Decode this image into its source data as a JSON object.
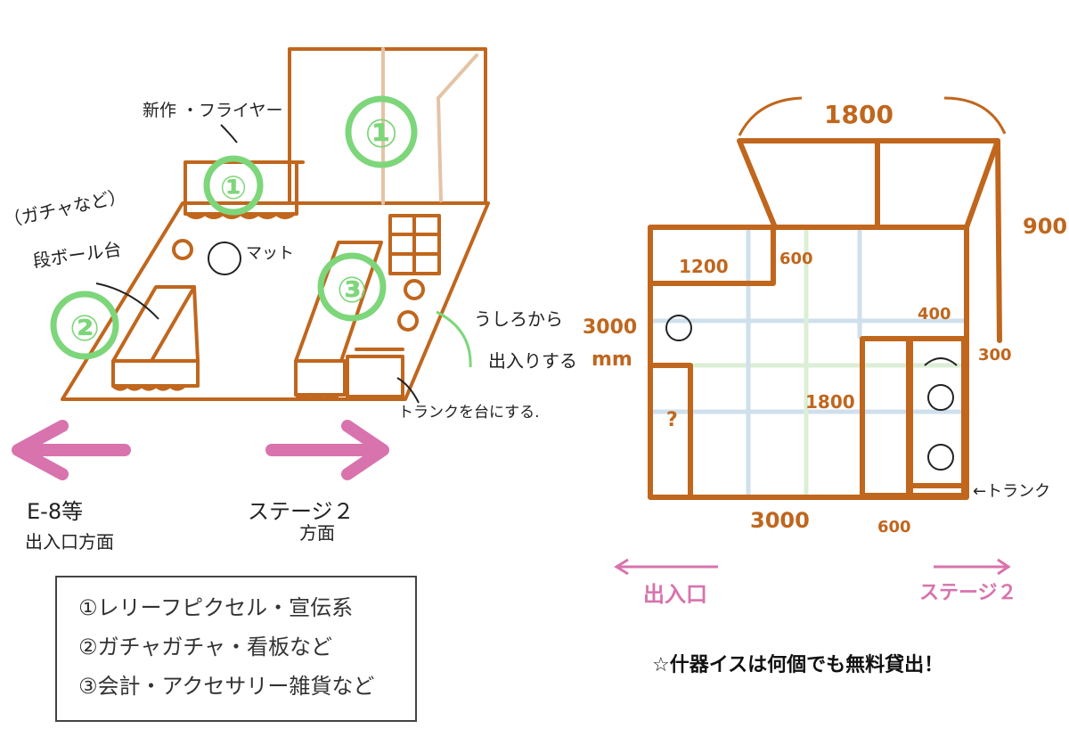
{
  "left_view": {
    "labels": {
      "new_flyer": "新作 ・フライヤー",
      "gacha_etc": "（ガチャなど）",
      "cardboard": "段ボール台",
      "mat": "マット",
      "from_back": "うしろから",
      "enter_exit": "出入りする",
      "trunk_base": "トランクを台にする.",
      "dir_left_1": "E-8等",
      "dir_left_2": "出入口方面",
      "dir_right_1": "ステージ２",
      "dir_right_2": "方面"
    },
    "zones": [
      "①",
      "①",
      "②",
      "③"
    ]
  },
  "right_view": {
    "dimensions": {
      "top_width": "1800",
      "right_depth": "900",
      "inner_width": "1200",
      "inner_depth": "600",
      "left_depth": "3000",
      "left_depth_unit": "mm",
      "mid_depth": "1800",
      "bottom_width": "3000",
      "right_small_width": "400",
      "right_small_depth": "300",
      "bottom_right_width": "600"
    },
    "labels": {
      "unknown": "?",
      "trunk": "←トランク",
      "entrance": "出入口",
      "stage": "ステージ２"
    }
  },
  "legend": {
    "items": [
      "①レリーフピクセル・宣伝系",
      "②ガチャガチャ・看板など",
      "③会計・アクセサリー雑貨など"
    ]
  },
  "note": "☆什器イスは何個でも無料貸出！",
  "colors": {
    "outline": "#c0661d",
    "zone_green": "#7dd67a",
    "arrow_pink": "#d873ad",
    "grid_blue": "#cfe0ec",
    "grid_green": "#dcefd6"
  }
}
